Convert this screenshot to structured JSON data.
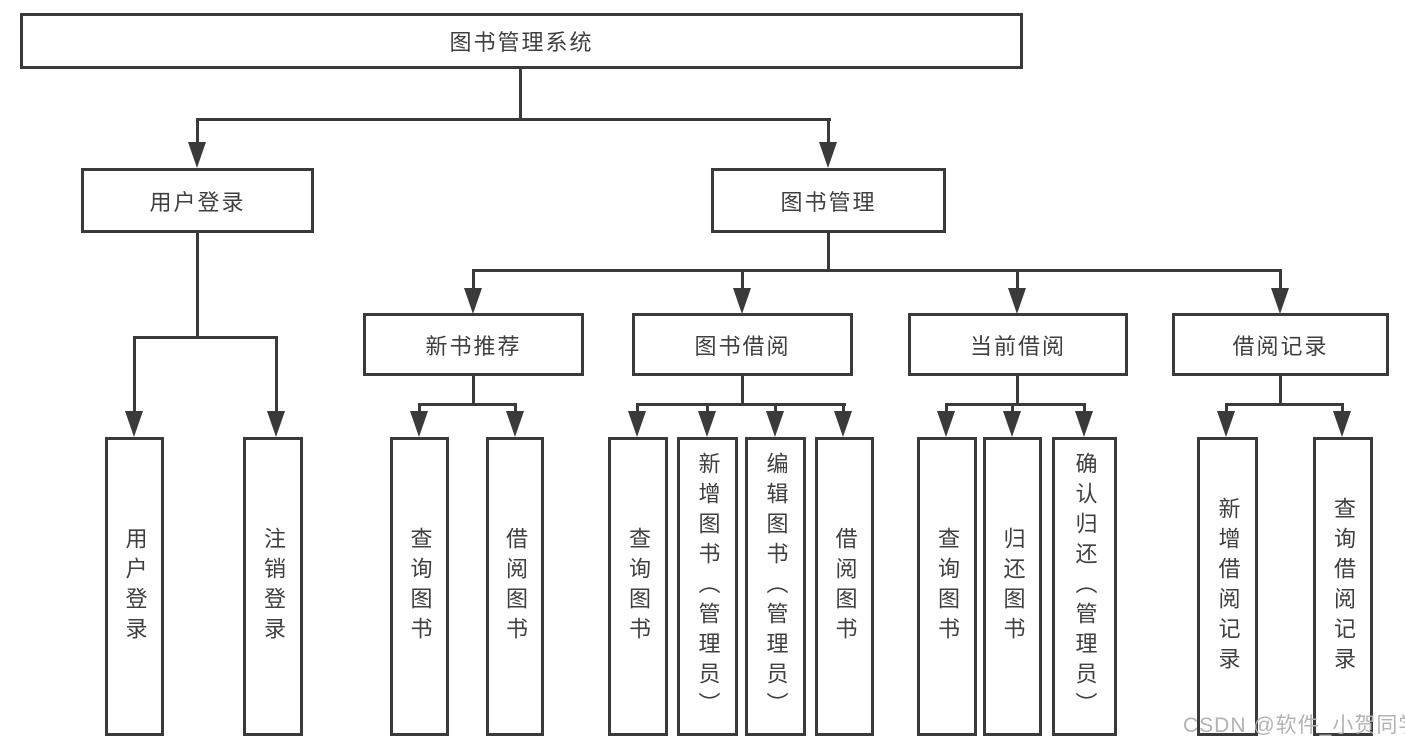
{
  "tree": {
    "root": {
      "label": "图书管理系统"
    },
    "branches": [
      {
        "label": "用户登录",
        "children": [
          {
            "label": "用户登录"
          },
          {
            "label": "注销登录"
          }
        ]
      },
      {
        "label": "图书管理",
        "children": [
          {
            "label": "新书推荐",
            "children": [
              {
                "label": "查询图书"
              },
              {
                "label": "借阅图书"
              }
            ]
          },
          {
            "label": "图书借阅",
            "children": [
              {
                "label": "查询图书"
              },
              {
                "label": "新增图书（管理员）"
              },
              {
                "label": "编辑图书（管理员）"
              },
              {
                "label": "借阅图书"
              }
            ]
          },
          {
            "label": "当前借阅",
            "children": [
              {
                "label": "查询图书"
              },
              {
                "label": "归还图书"
              },
              {
                "label": "确认归还（管理员）"
              }
            ]
          },
          {
            "label": "借阅记录",
            "children": [
              {
                "label": "新增借阅记录"
              },
              {
                "label": "查询借阅记录"
              }
            ]
          }
        ]
      }
    ]
  },
  "watermark": {
    "text": "CSDN @软件_小贺同学"
  },
  "colors": {
    "line": "#3a3a3a",
    "text": "#3f3f3f",
    "watermark": "#b3b3b3",
    "background": "#ffffff"
  }
}
